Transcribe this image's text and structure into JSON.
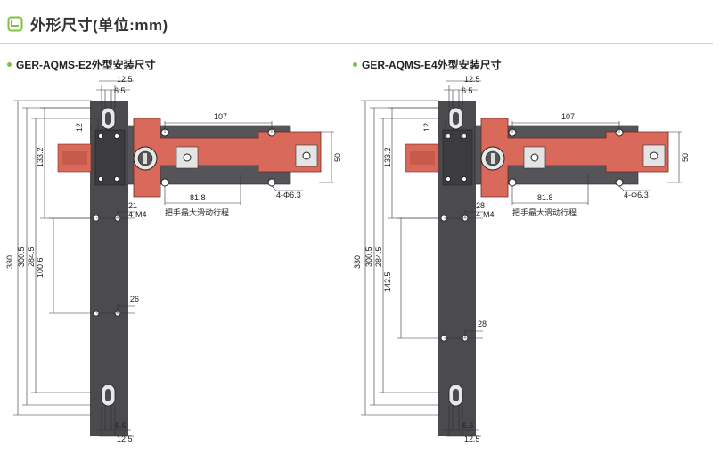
{
  "header": {
    "title": "外形尺寸(单位:mm)",
    "icon": "section-icon",
    "accent": "#7dc242"
  },
  "colors": {
    "plate": "#4a4a4f",
    "handle": "#d9695a",
    "block": "#555559",
    "dark_block": "#3c3c40"
  },
  "diagrams": [
    {
      "title": "GER-AQMS-E2外型安装尺寸",
      "dims": {
        "top_slot_w": "12.5",
        "top_slot_h": "6.5",
        "handle_len": "107",
        "gap_12": "12",
        "height_133": "133.2",
        "dim_50": "50",
        "travel": "81.8",
        "hole_spec": "4-Φ6.3",
        "m4_pitch": "21",
        "m4_spec": "4-M4",
        "travel_note": "把手最大滑动行程",
        "total_330": "330",
        "d_300": "300.5",
        "d_284": "284.5",
        "d_lower": "100.6",
        "lower_pitch": "26",
        "bot_slot_h": "6.5",
        "bot_slot_w": "12.5"
      }
    },
    {
      "title": "GER-AQMS-E4外型安装尺寸",
      "dims": {
        "top_slot_w": "12.5",
        "top_slot_h": "6.5",
        "handle_len": "107",
        "gap_12": "12",
        "height_133": "133.2",
        "dim_50": "50",
        "travel": "81.8",
        "hole_spec": "4-Φ6.3",
        "m4_pitch": "28",
        "m4_spec": "4-M4",
        "travel_note": "把手最大滑动行程",
        "total_330": "330",
        "d_300": "300.5",
        "d_284": "284.5",
        "d_lower": "142.5",
        "lower_pitch": "28",
        "bot_slot_h": "6.5",
        "bot_slot_w": "12.5"
      }
    }
  ]
}
